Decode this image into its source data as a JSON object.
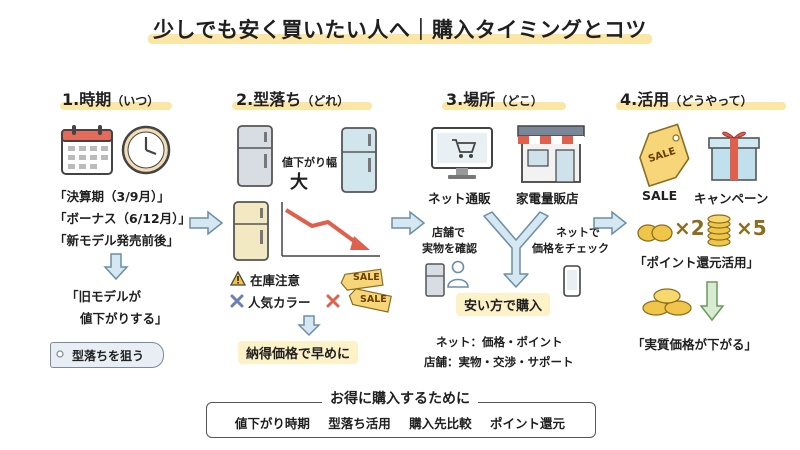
{
  "title": "少しでも安く買いたい人へ｜購入タイミングとコツ",
  "steps": [
    {
      "num": "1.",
      "name": "時期",
      "sub": "（いつ）"
    },
    {
      "num": "2.",
      "name": "型落ち",
      "sub": "（どれ）"
    },
    {
      "num": "3.",
      "name": "場所",
      "sub": "（どこ）"
    },
    {
      "num": "4.",
      "name": "活用",
      "sub": "（どうやって）"
    }
  ],
  "col1": {
    "lines": [
      "「決算期（3/9月）」",
      "「ボーナス（6/12月）」",
      "「新モデル発売前後」"
    ],
    "result_lines": [
      "「旧モデルが",
      "値下がりする」"
    ],
    "tag": "型落ちを狙う"
  },
  "col2": {
    "drop_label": "値下がり幅",
    "drop_big": "大",
    "stock": "在庫注意",
    "popular": "人気カラー",
    "sale1": "SALE",
    "sale2": "SALE",
    "result": "納得価格で早めに"
  },
  "col3": {
    "online": "ネット通販",
    "store": "家電量販店",
    "left_note": [
      "店舗で",
      "実物を確認"
    ],
    "right_note": [
      "ネットで",
      "価格をチェック"
    ],
    "result": "安い方で購入",
    "net_line": "ネット：価格・ポイント",
    "store_line": "店舗：実物・交渉・サポート"
  },
  "col4": {
    "sale_tag": "SALE",
    "sale": "SALE",
    "campaign": "キャンペーン",
    "x2": "×2",
    "x5": "×5",
    "points": "「ポイント還元活用」",
    "result": "「実質価格が下がる」"
  },
  "summary": {
    "title": "お得に購入するために",
    "items": [
      "値下がり時期",
      "型落ち活用",
      "購入先比較",
      "ポイント還元"
    ]
  }
}
